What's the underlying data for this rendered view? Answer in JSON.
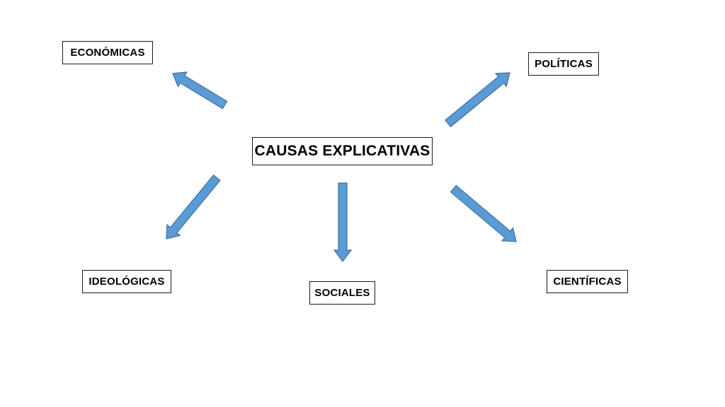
{
  "central": "CAUSAS EXPLICATIVAS",
  "branches": {
    "economicas": "ECONÓMICAS",
    "politicas": "POLÍTICAS",
    "ideologicas": "IDEOLÓGICAS",
    "sociales": "SOCIALES",
    "cientificas": "CIENTÍFICAS"
  },
  "colors": {
    "arrow_fill": "#5b9bd5",
    "arrow_stroke": "#41719c",
    "box_border": "#1a1a1a"
  }
}
